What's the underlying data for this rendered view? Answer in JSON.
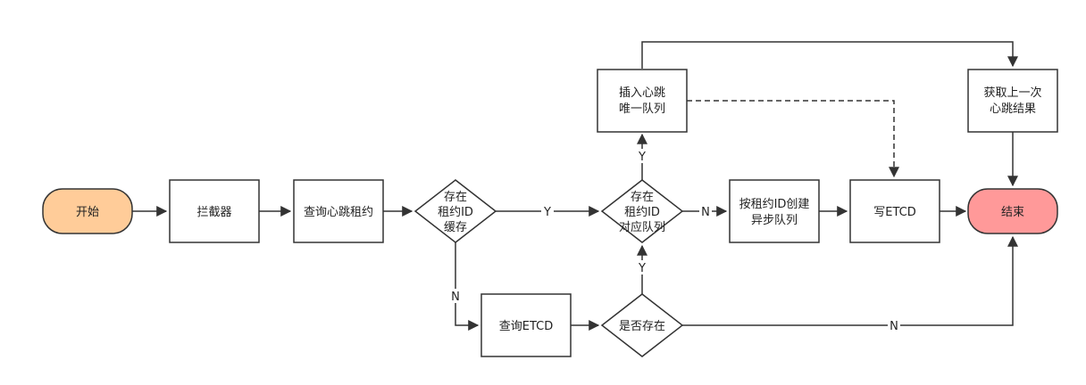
{
  "nodes": {
    "start": "开始",
    "interceptor": "拦截器",
    "query_lease": "查询心跳租约",
    "cache_check": [
      "存在",
      "租约ID",
      "缓存"
    ],
    "query_etcd": "查询ETCD",
    "exists_check": "是否存在",
    "queue_check": [
      "存在",
      "租约ID",
      "对应队列"
    ],
    "insert_queue": [
      "插入心跳",
      "唯一队列"
    ],
    "create_queue": [
      "按租约ID创建",
      "异步队列"
    ],
    "write_etcd": "写ETCD",
    "get_result": [
      "获取上一次",
      "心跳结果"
    ],
    "end": "结束"
  },
  "edge_labels": {
    "cache_yes": "Y",
    "cache_no": "N",
    "exists_yes": "Y",
    "exists_no": "N",
    "queue_yes": "Y",
    "queue_no": "N"
  },
  "colors": {
    "start_fill": "#FFCC99",
    "end_fill": "#FF9999",
    "stroke": "#333333",
    "box_fill": "#FFFFFF"
  }
}
